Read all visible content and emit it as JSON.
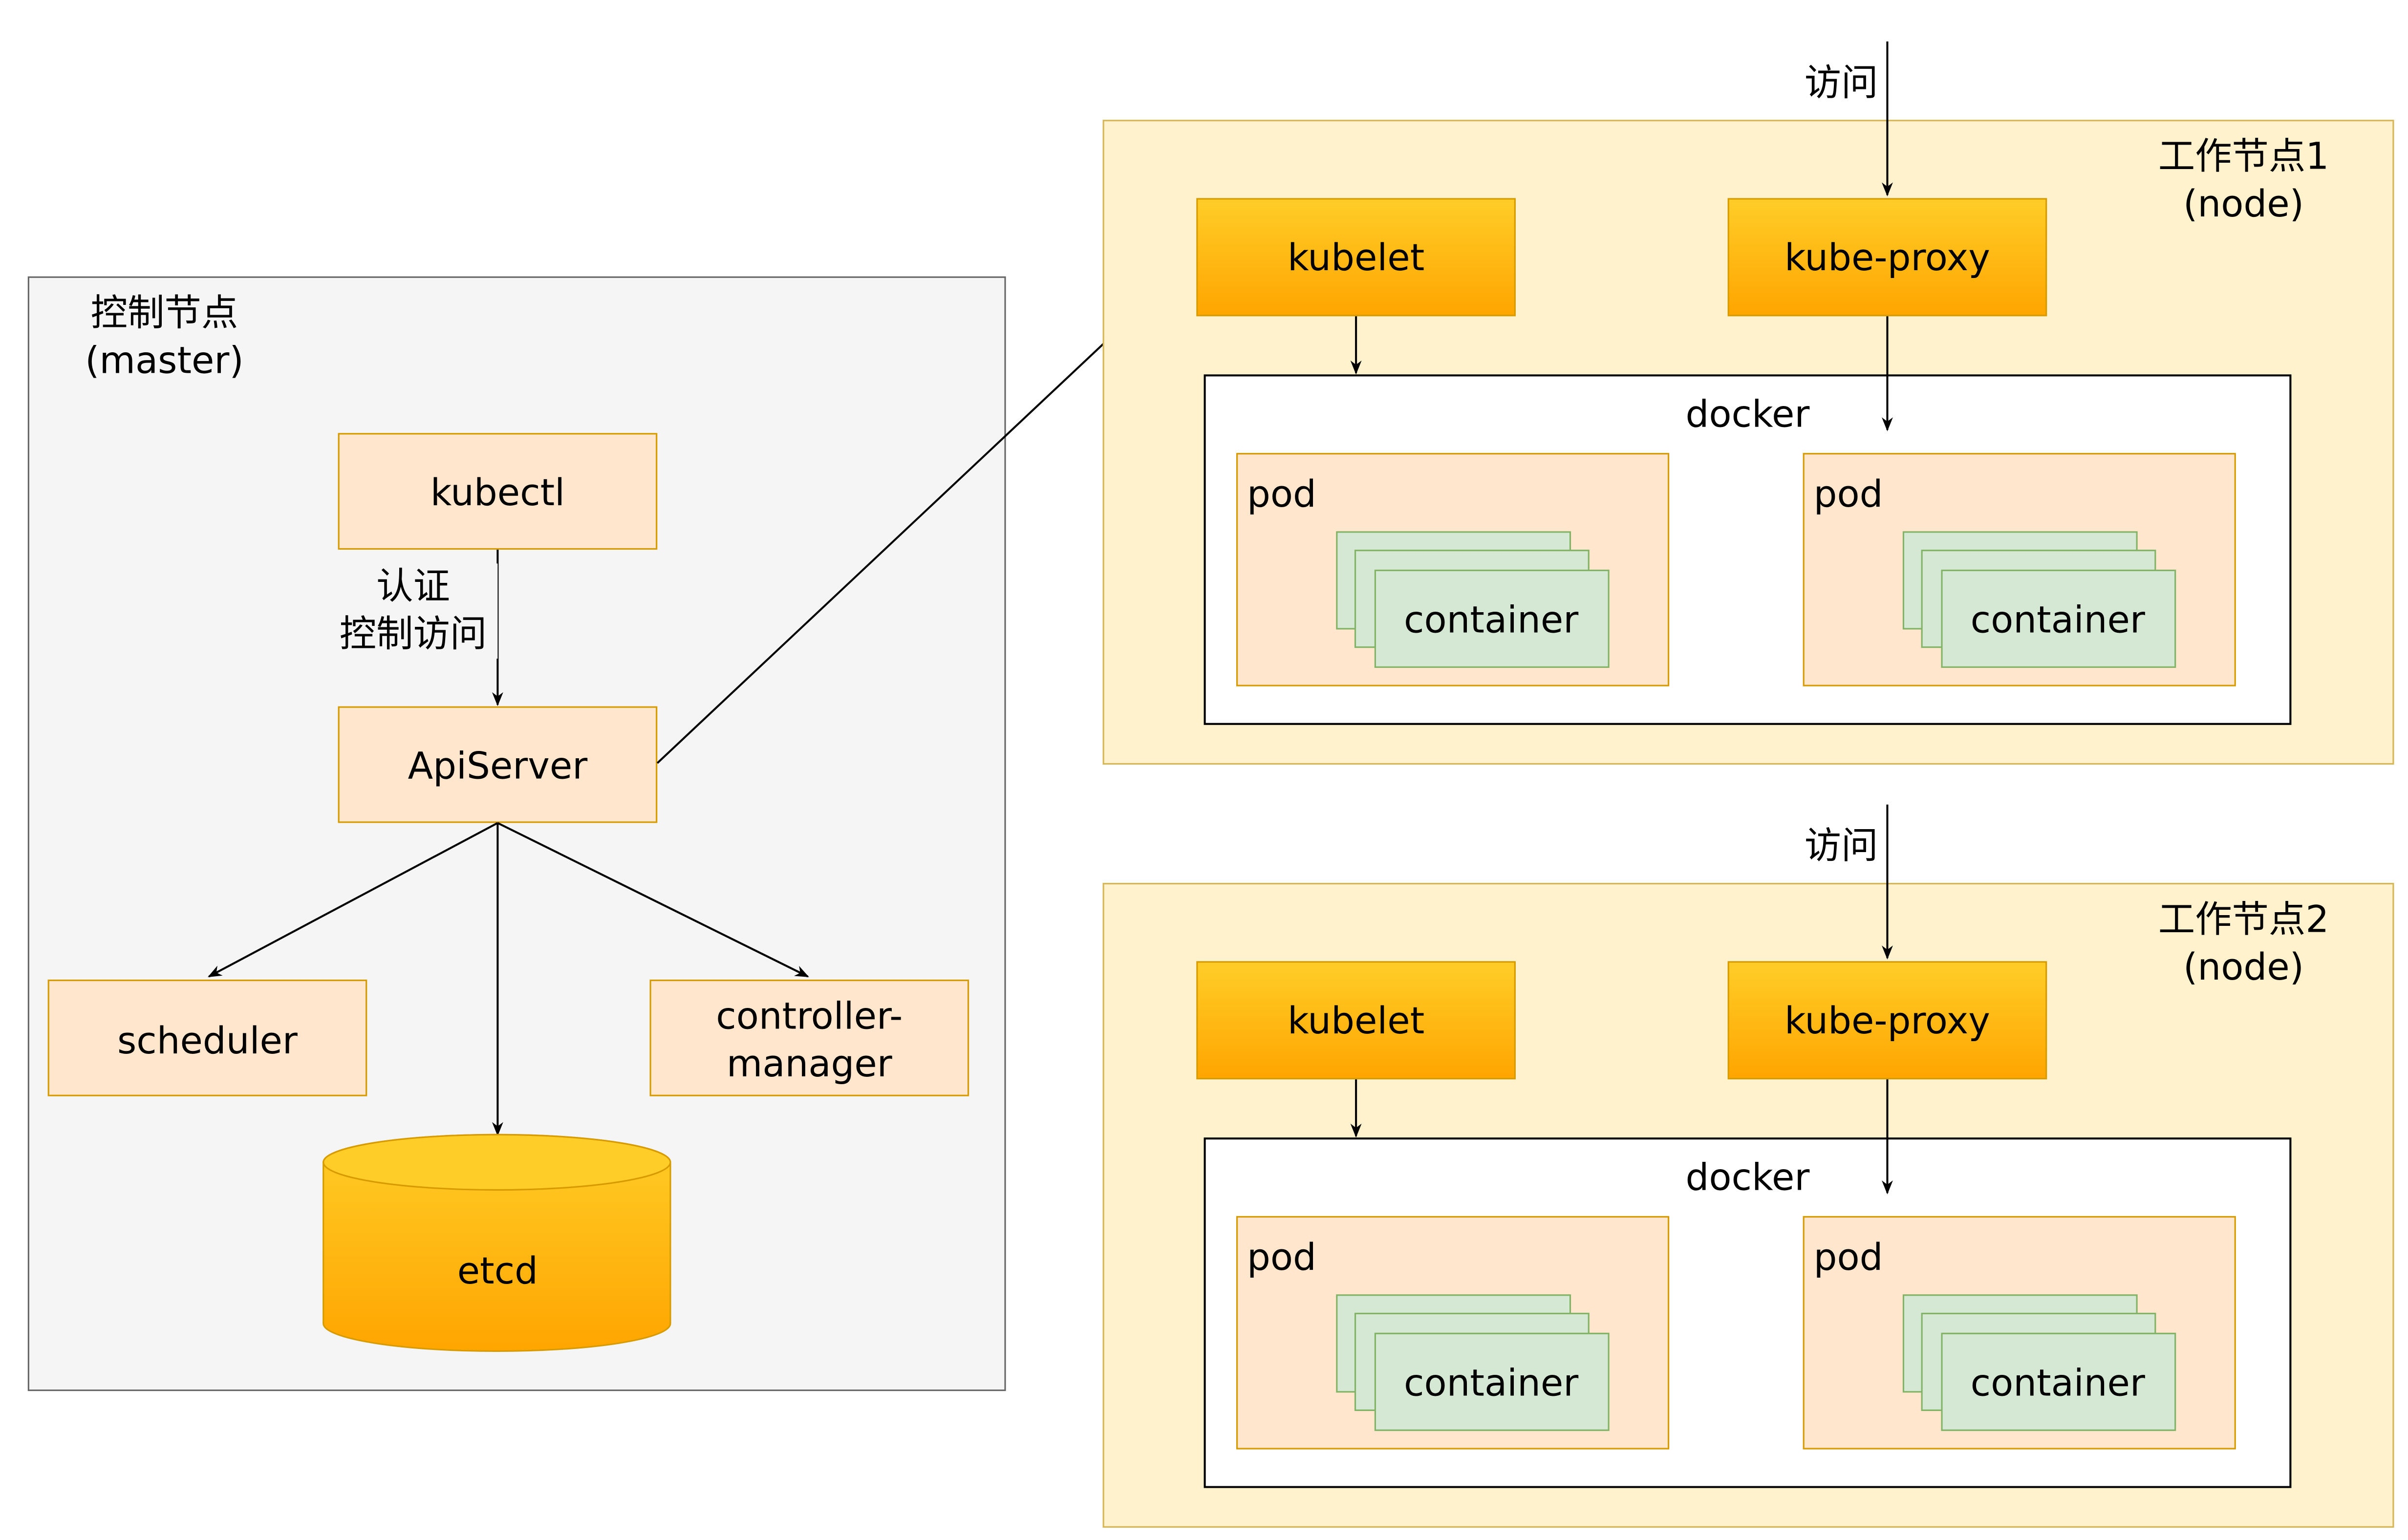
{
  "colors": {
    "master_bg": "#f5f5f5",
    "master_border": "#666666",
    "node_bg": "#fff2cc",
    "node_border": "#d6b656",
    "component_bg": "#ffe6cc",
    "component_border": "#d79b00",
    "gold_top": "#ffcd28",
    "gold_bottom": "#ffa500",
    "gold_border": "#d79b00",
    "container_bg": "#d5e8d4",
    "container_border": "#82b366",
    "docker_bg": "#ffffff",
    "docker_border": "#000000",
    "edge": "#000000"
  },
  "master": {
    "title_line1": "控制节点",
    "title_line2": "(master)",
    "kubectl": "kubectl",
    "edge_label_line1": "认证",
    "edge_label_line2": "控制访问",
    "apiserver": "ApiServer",
    "scheduler": "scheduler",
    "controller_line1": "controller-",
    "controller_line2": "manager",
    "etcd": "etcd"
  },
  "nodes": [
    {
      "title_line1": "工作节点1",
      "title_line2": "(node)",
      "access_label": "访问",
      "kubelet": "kubelet",
      "kube_proxy": "kube-proxy",
      "docker": "docker",
      "pods": [
        {
          "label": "pod",
          "container": "container"
        },
        {
          "label": "pod",
          "container": "container"
        }
      ]
    },
    {
      "title_line1": "工作节点2",
      "title_line2": "(node)",
      "access_label": "访问",
      "kubelet": "kubelet",
      "kube_proxy": "kube-proxy",
      "docker": "docker",
      "pods": [
        {
          "label": "pod",
          "container": "container"
        },
        {
          "label": "pod",
          "container": "container"
        }
      ]
    }
  ]
}
